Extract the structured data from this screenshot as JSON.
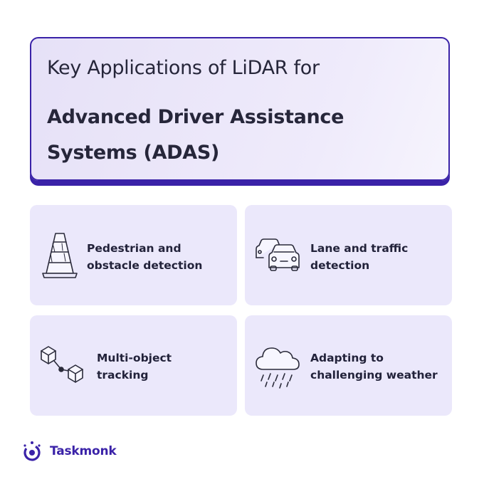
{
  "header": {
    "title_line1": "Key Applications of LiDAR for",
    "title_line2": "Advanced Driver Assistance\nSystems (ADAS)"
  },
  "cards": [
    {
      "label": "Pedestrian and\nobstacle detection",
      "icon": "traffic-cone-icon"
    },
    {
      "label": "Lane and traffic\ndetection",
      "icon": "cars-icon"
    },
    {
      "label": "Multi-object\ntracking",
      "icon": "connected-cubes-icon"
    },
    {
      "label": "Adapting to\nchallenging weather",
      "icon": "rain-cloud-icon"
    }
  ],
  "brand": {
    "name": "Taskmonk",
    "accent": "#3a22a8",
    "card_bg": "#ebe8fb"
  }
}
